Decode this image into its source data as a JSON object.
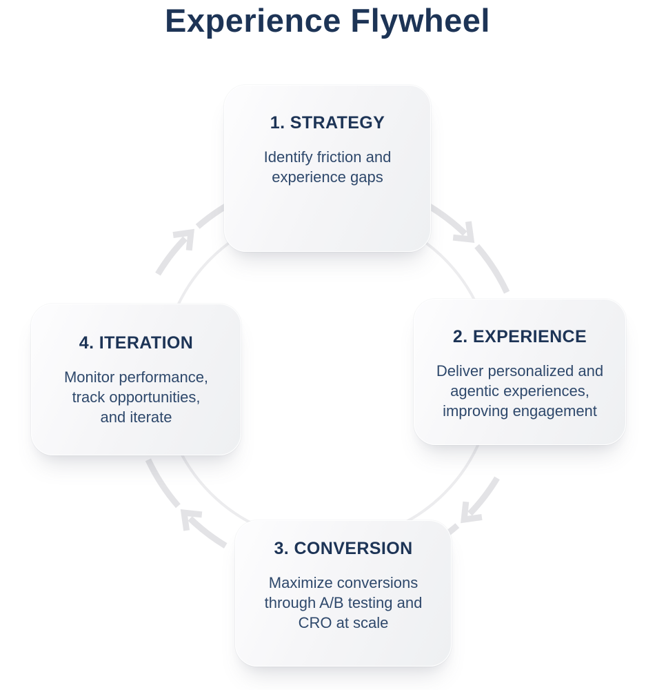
{
  "title": "Experience Flywheel",
  "colors": {
    "heading_navy": "#1d3456",
    "body_navy": "#2e486b",
    "arrow_gray": "#e3e3e6",
    "ring_gray": "#ececee",
    "card_gradient_light": "#fdfdfe",
    "card_gradient_dark": "#eef0f2",
    "background": "#ffffff"
  },
  "flywheel": {
    "direction": "clockwise",
    "steps": [
      {
        "id": 1,
        "position": "top",
        "heading": "1. STRATEGY",
        "body": "Identify friction and\nexperience gaps"
      },
      {
        "id": 2,
        "position": "right",
        "heading": "2. EXPERIENCE",
        "body": "Deliver personalized and\nagentic experiences,\nimproving engagement"
      },
      {
        "id": 3,
        "position": "bottom",
        "heading": "3. CONVERSION",
        "body": "Maximize conversions\nthrough A/B testing and\nCRO at scale"
      },
      {
        "id": 4,
        "position": "left",
        "heading": "4. ITERATION",
        "body": "Monitor performance,\ntrack opportunities,\nand iterate"
      }
    ]
  }
}
